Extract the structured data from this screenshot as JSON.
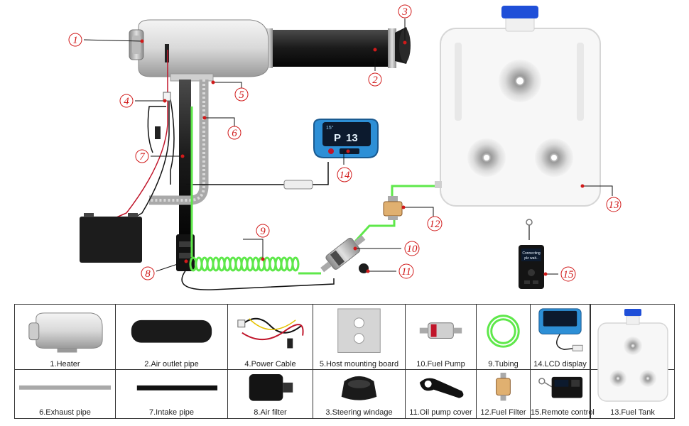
{
  "callouts": [
    "1",
    "2",
    "3",
    "4",
    "5",
    "6",
    "7",
    "8",
    "9",
    "10",
    "11",
    "12",
    "13",
    "14",
    "15"
  ],
  "lcd": {
    "temp": "15°",
    "mode": "P",
    "value": "13"
  },
  "remote_screen": [
    "Connecting",
    "plz wait.."
  ],
  "parts": {
    "heater": "1.Heater",
    "air_outlet_pipe": "2.Air outlet pipe",
    "power_cable": "4.Power Cable",
    "host_mounting_board": "5.Host mounting board",
    "fuel_pump": "10.Fuel Pump",
    "tubing": "9.Tubing",
    "lcd_display": "14.LCD display",
    "exhaust_pipe": "6.Exhaust pipe",
    "intake_pipe": "7.Intake pipe",
    "air_filter": "8.Air filter",
    "steering_windage": "3.Steering windage",
    "oil_pump_cover": "11.Oil pump cover",
    "fuel_filter": "12.Fuel Filter",
    "remote_control": "15.Remote control",
    "fuel_tank": "13.Fuel Tank"
  },
  "colors": {
    "callout": "#d11a1a",
    "tubing_green": "#5ee84a",
    "tank_cap": "#1f4fd8",
    "lcd_blue": "#2d8fd6"
  }
}
